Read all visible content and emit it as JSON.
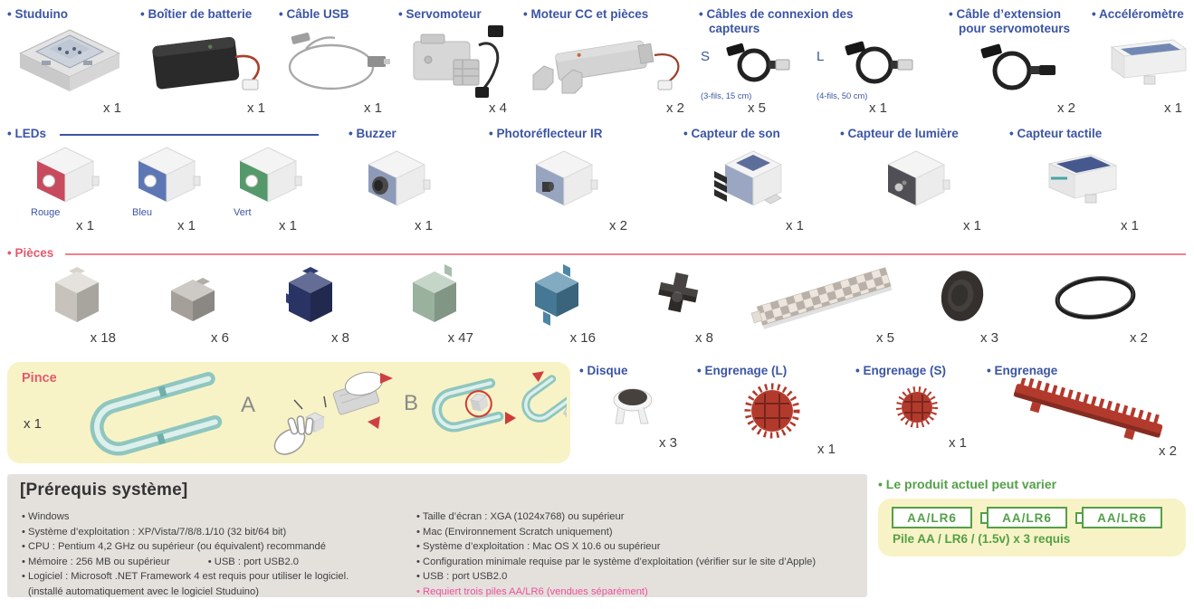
{
  "colors": {
    "blue": "#3b55a4",
    "red": "#e25a6e",
    "green": "#53a048",
    "pink": "#ef509d",
    "yellow": "#f8f3c6",
    "gray_bg": "#e4e1dd",
    "qty": "#3d3d3d"
  },
  "row1": {
    "studuino": {
      "label": "• Studuino",
      "qty": "x 1"
    },
    "battery_box": {
      "label": "• Boîtier de batterie",
      "qty": "x 1"
    },
    "usb_cable": {
      "label": "• Câble USB",
      "qty": "x 1"
    },
    "servo": {
      "label": "• Servomoteur",
      "qty": "x 4"
    },
    "dc_motor": {
      "label": "• Moteur CC et pièces",
      "qty": "x 2"
    },
    "sensor_cables": {
      "label": "• Câbles de connexion des capteurs",
      "s_tag": "S",
      "s_spec": "(3-fils, 15 cm)",
      "s_qty": "x 5",
      "l_tag": "L",
      "l_spec": "(4-fils, 50 cm)",
      "l_qty": "x 1"
    },
    "ext_cable": {
      "label": "• Câble d’extension pour servomoteurs",
      "qty": "x 2"
    },
    "accelerometer": {
      "label": "• Accéléromètre",
      "qty": "x 1"
    }
  },
  "row2": {
    "leds": {
      "header": "• LEDs",
      "red": {
        "name": "Rouge",
        "qty": "x 1",
        "color": "#c84a5d"
      },
      "blue": {
        "name": "Bleu",
        "qty": "x 1",
        "color": "#5d77b4"
      },
      "green": {
        "name": "Vert",
        "qty": "x 1",
        "color": "#53996a"
      }
    },
    "buzzer": {
      "label": "• Buzzer",
      "qty": "x 1"
    },
    "ir": {
      "label": "• Photoréflecteur IR",
      "qty": "x 2"
    },
    "sound": {
      "label": "• Capteur de son",
      "qty": "x 1"
    },
    "light": {
      "label": "• Capteur de lumière",
      "qty": "x 1"
    },
    "touch": {
      "label": "• Capteur tactile",
      "qty": "x 1"
    }
  },
  "pieces": {
    "header": "• Pièces",
    "blocks": [
      {
        "qty": "x 18",
        "color": "#d8d3cb"
      },
      {
        "qty": "x 6",
        "color": "#b2aea7"
      },
      {
        "qty": "x 8",
        "color": "#303c72"
      },
      {
        "qty": "x 47",
        "color": "#a6c0ab"
      },
      {
        "qty": "x 16",
        "color": "#4c86a5"
      },
      {
        "qty": "x 8",
        "color": "#2d2a28"
      },
      {
        "qty": "x 5",
        "color": "#ece6df"
      },
      {
        "qty": "x 3",
        "color": "#35302d"
      },
      {
        "qty": "x 2",
        "color": "#1e1e1e"
      }
    ]
  },
  "pince": {
    "label": "Pince",
    "qty": "x 1",
    "step_a": "A",
    "step_b": "B",
    "color": "#8fc6bf"
  },
  "round_parts": {
    "disque": {
      "label": "• Disque",
      "qty": "x 3"
    },
    "gear_l": {
      "label": "• Engrenage (L)",
      "qty": "x 1",
      "color": "#b23a2c"
    },
    "gear_s": {
      "label": "• Engrenage (S)",
      "qty": "x 1",
      "color": "#b23a2c"
    },
    "gear_rack": {
      "label": "• Engrenage",
      "qty": "x 2",
      "color": "#b23a2c"
    }
  },
  "prereq": {
    "title": "[Prérequis système]",
    "left": [
      "• Windows",
      "• Système d’exploitation : XP/Vista/7/8/8.1/10 (32 bit/64 bit)",
      "• CPU : Pentium 4,2 GHz ou supérieur (ou équivalent) recommandé",
      "• Mémoire : 256 MB ou supérieur",
      "• USB : port USB2.0",
      "• Logiciel : Microsoft .NET Framework 4 est requis pour utiliser le logiciel.",
      "(installé automatiquement avec le logiciel Studuino)"
    ],
    "right": [
      "• Taille d’écran : XGA (1024x768) ou supérieur",
      "• Mac (Environnement Scratch uniquement)",
      "• Système d’exploitation : Mac OS X 10.6 ou supérieur",
      "• Configuration minimale requise par le système d’exploitation (vérifier sur le site d’Apple)",
      "• USB : port USB2.0",
      "• Requiert trois piles AA/LR6 (vendues séparément)"
    ]
  },
  "battery_note": {
    "header": "• Le produit actuel peut varier",
    "battery_label": "AA/LR6",
    "caption": "Pile AA / LR6 / (1.5v) x 3 requis"
  }
}
